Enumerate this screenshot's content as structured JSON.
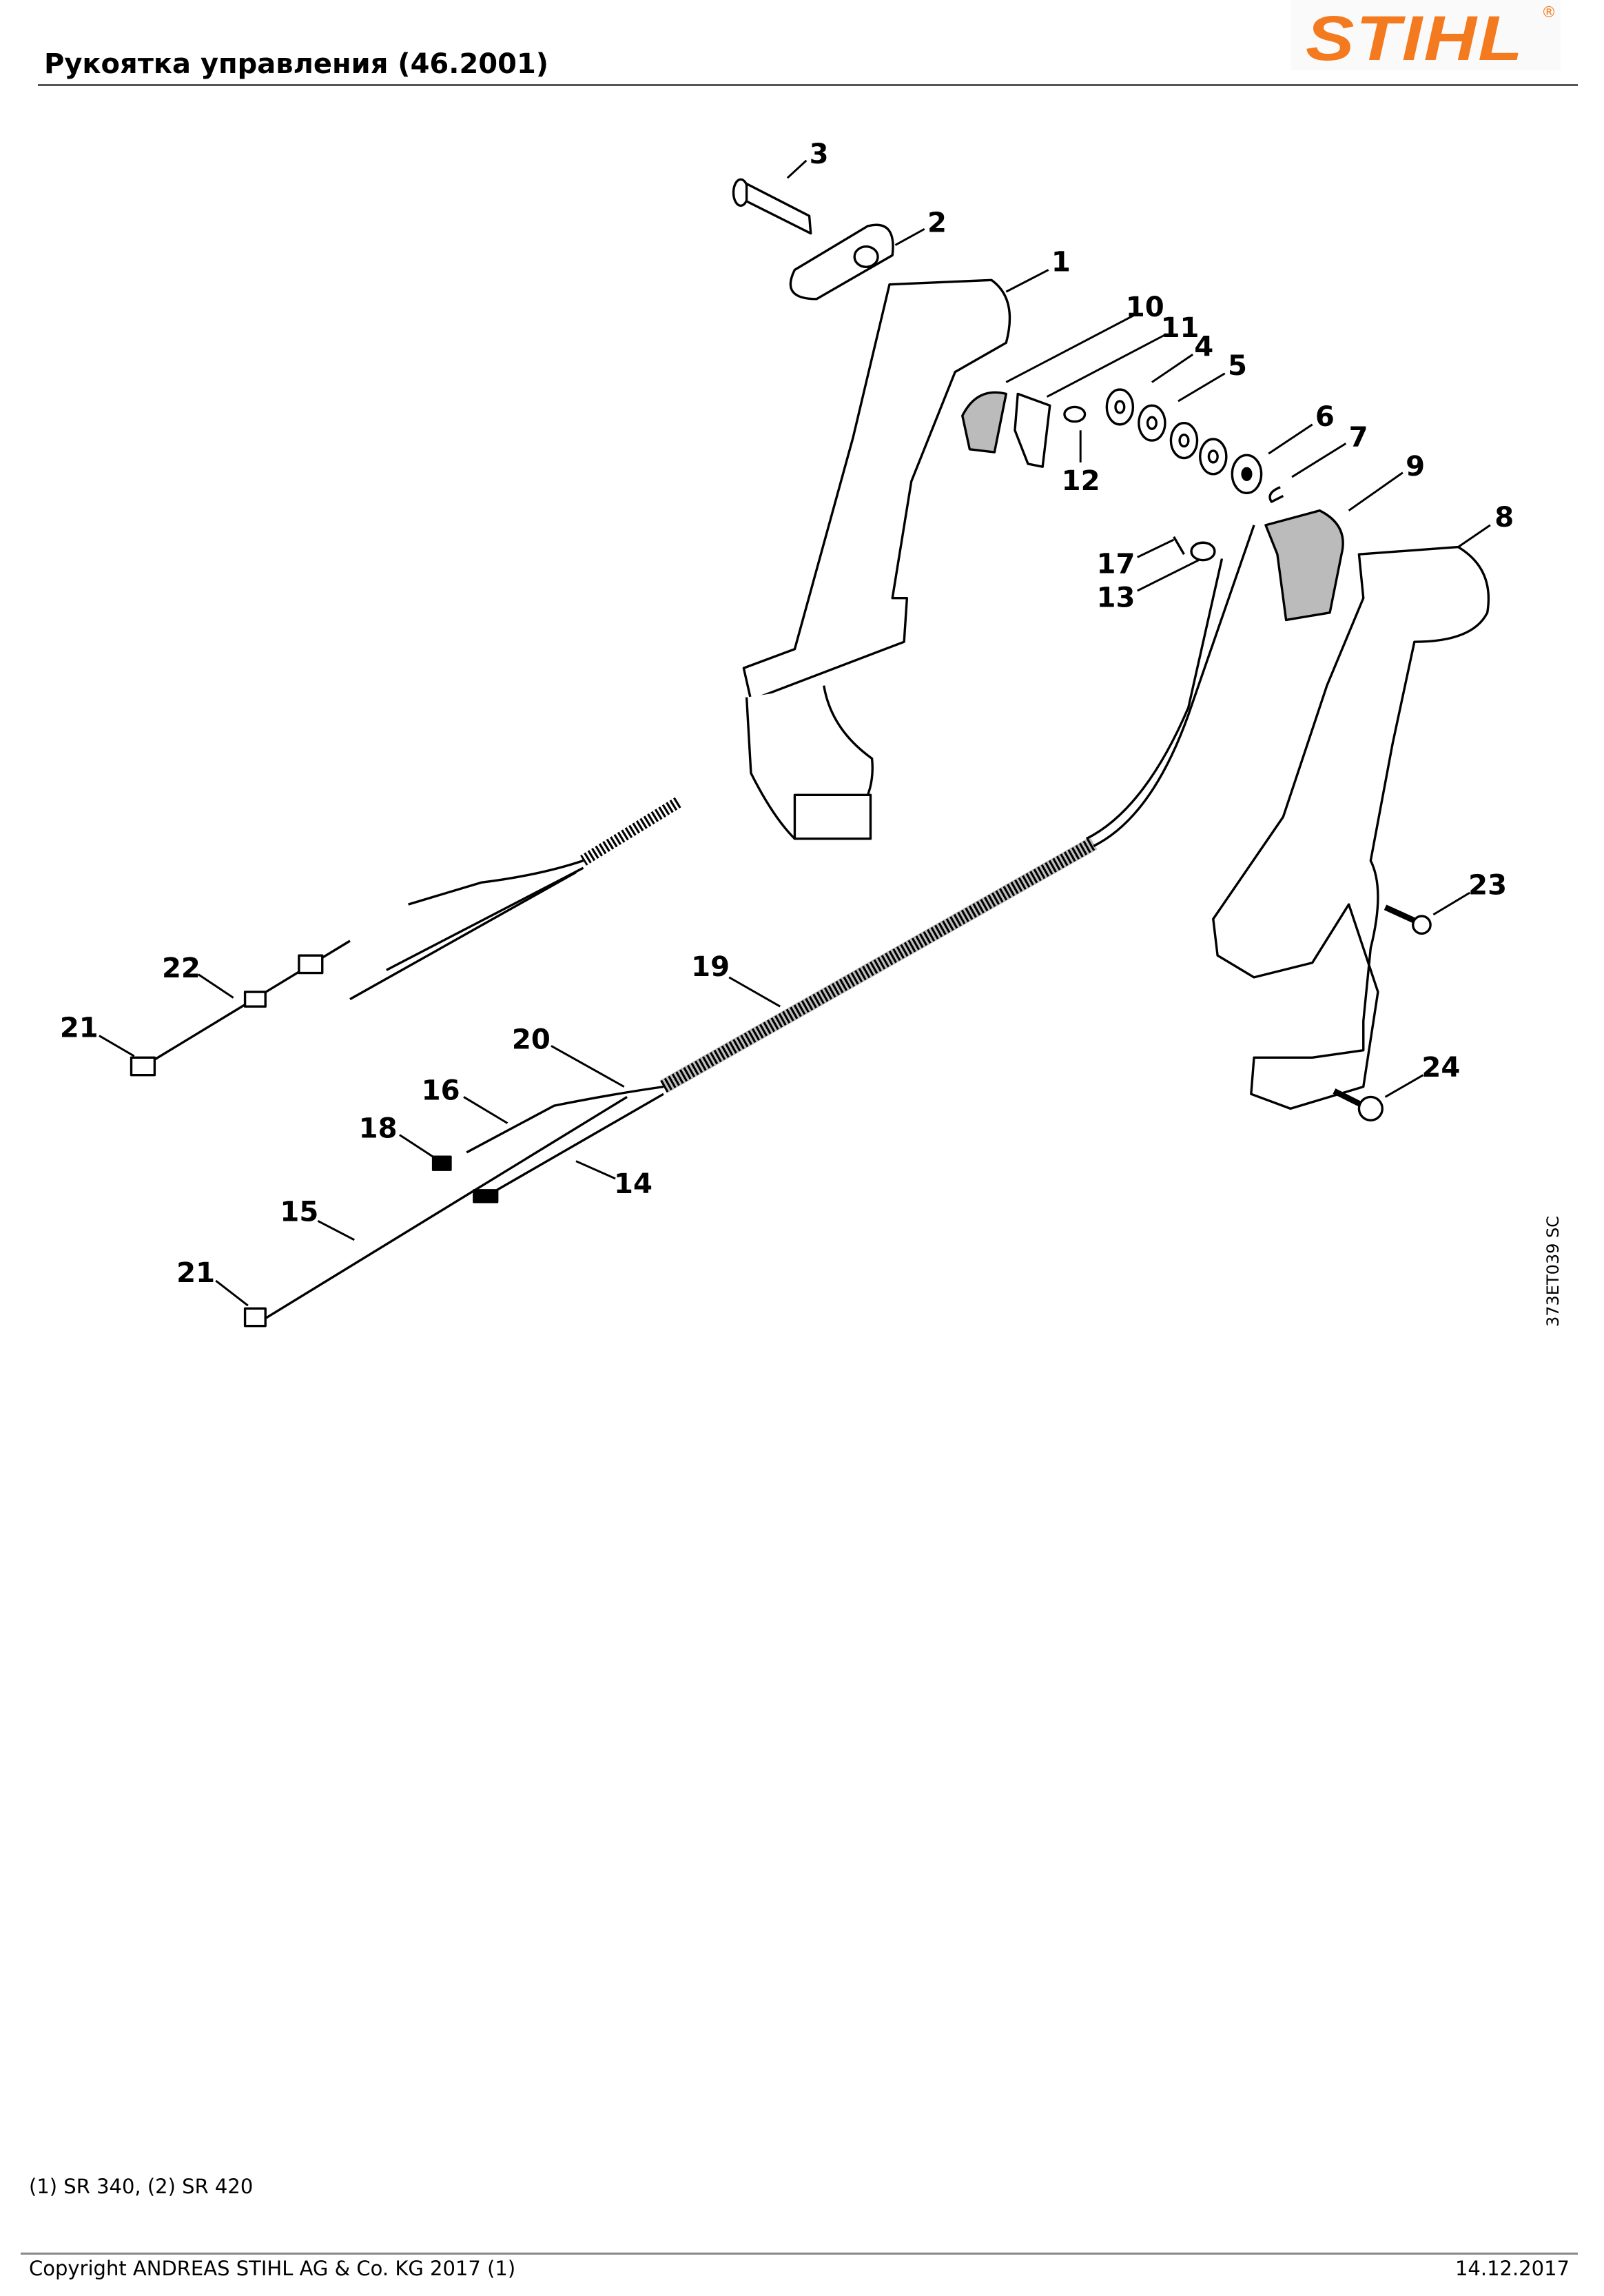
{
  "header": {
    "title": "Рукоятка управления (46.2001)",
    "logo_text": "STIHL",
    "logo_reg": "®"
  },
  "diagram": {
    "code": "373ET039 SC",
    "callouts": {
      "c1": "1",
      "c2": "2",
      "c3": "3",
      "c4": "4",
      "c5": "5",
      "c6": "6",
      "c7": "7",
      "c8": "8",
      "c9": "9",
      "c10": "10",
      "c11": "11",
      "c12": "12",
      "c13": "13",
      "c14": "14",
      "c15": "15",
      "c16": "16",
      "c17": "17",
      "c18": "18",
      "c19": "19",
      "c20": "20",
      "c21a": "21",
      "c21b": "21",
      "c22": "22",
      "c23": "23",
      "c24": "24"
    }
  },
  "footnote": "(1) SR 340, (2) SR 420",
  "footer": {
    "copyright": "Copyright ANDREAS STIHL AG & Co. KG 2017 (1)",
    "date": "14.12.2017"
  },
  "colors": {
    "brand": "#f37a1f"
  }
}
